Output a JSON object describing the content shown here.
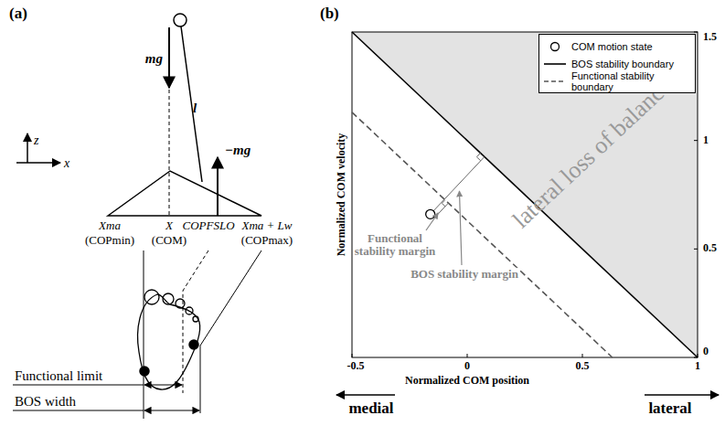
{
  "diagram": {
    "labels": [
      "(a)",
      "(b)",
      "z",
      "x",
      "mg",
      "l",
      "−mg",
      "Xma",
      "(COPmin)",
      "X",
      "(COM)",
      "COPFSLO",
      "Xma + Lw",
      "(COPmax)",
      "Functional limit",
      "BOS width",
      "lateral loss of balance",
      "Functional stability margin",
      "BOS stability margin",
      "Normalized COM velocity",
      "Normalized COM position",
      "medial",
      "lateral",
      "-0.5",
      "0",
      "0.5",
      "1",
      "0",
      "0.5",
      "1",
      "1.5"
    ],
    "legend": [
      {
        "text": "COM motion state"
      },
      {
        "text": "BOS stability boundary"
      },
      {
        "text": "Functional stability boundary"
      }
    ]
  }
}
